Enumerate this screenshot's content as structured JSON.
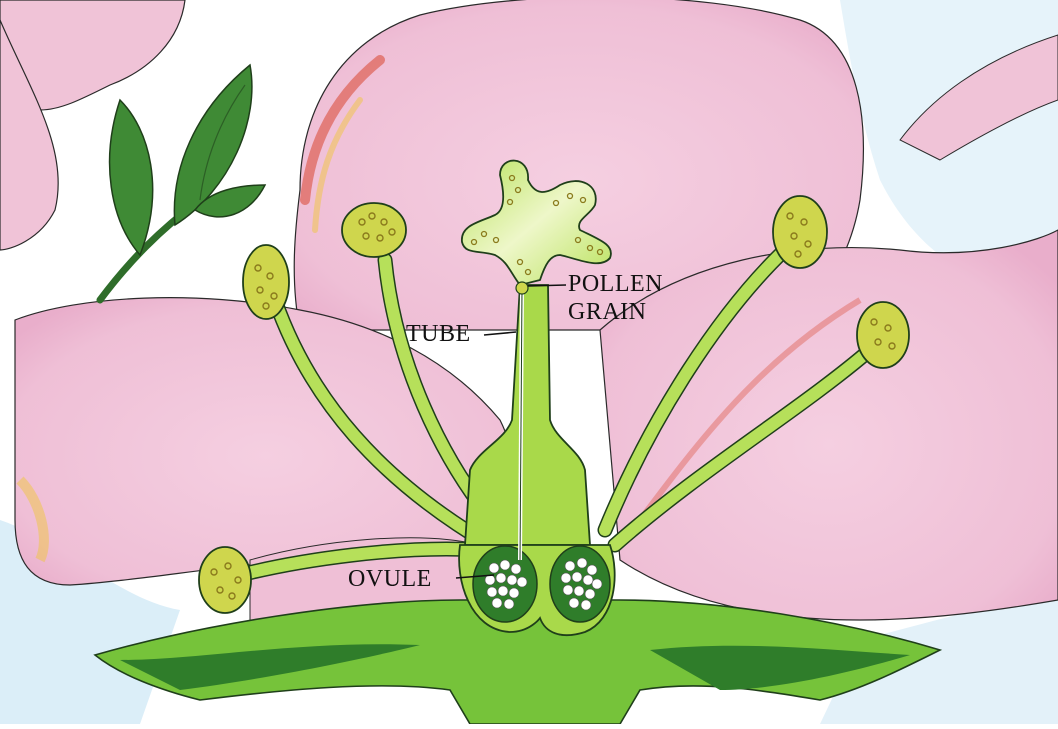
{
  "labels": {
    "pollen_line1": "POLLEN",
    "pollen_line2": "GRAIN",
    "tube": "TUBE",
    "ovule": "OVULE"
  },
  "colors": {
    "petal": "#f2c4da",
    "petal_edge_red": "#d9452f",
    "petal_edge_yellow": "#f0c541",
    "pistil": "#a9d94a",
    "stamen": "#b6e05a",
    "anther": "#cfd64d",
    "sepal": "#76c33a",
    "sepal_dark": "#2f7d2a",
    "leaf": "#3f8a35",
    "background": "#ffffff",
    "background_blue": "#d7ecf7"
  }
}
